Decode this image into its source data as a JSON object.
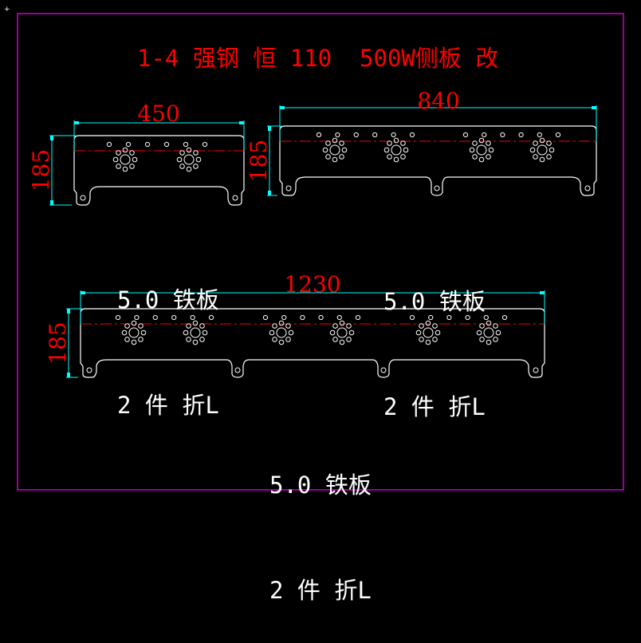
{
  "title": "1-4 强钢 恒 110  500W侧板 改",
  "colors": {
    "frame": "#ff00ff",
    "dimension": "#00ffff",
    "dim_text": "#ff0000",
    "outline": "#ffffff",
    "centerline": "#ff0000"
  },
  "panels": [
    {
      "width_label": "450",
      "height_label": "185",
      "material": "5.0 铁板",
      "quantity": "2 件 折L"
    },
    {
      "width_label": "840",
      "height_label": "185",
      "material": "5.0 铁板",
      "quantity": "2 件 折L"
    },
    {
      "width_label": "1230",
      "height_label": "185",
      "material": "5.0 铁板",
      "quantity": "2 件 折L"
    }
  ]
}
